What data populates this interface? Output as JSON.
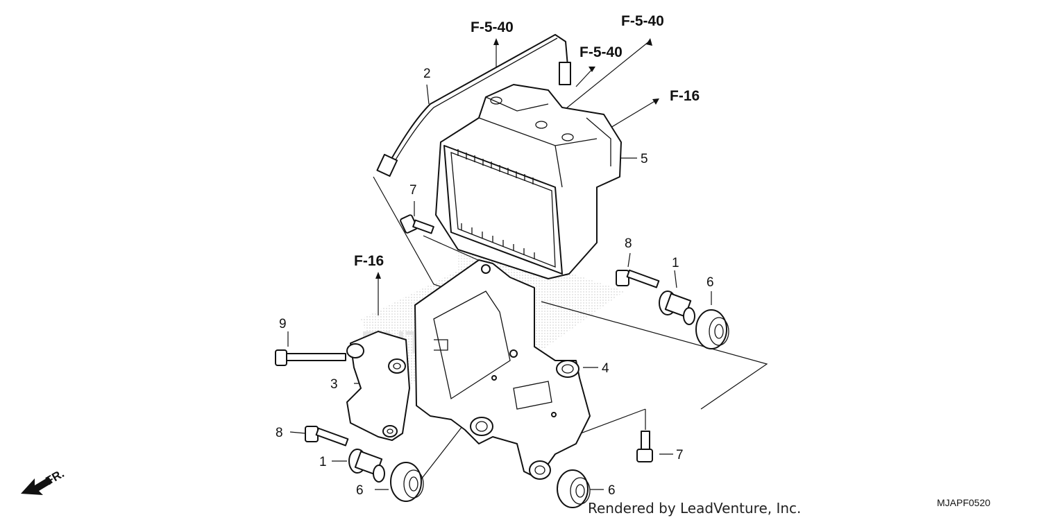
{
  "labels": {
    "p1a": "1",
    "p1b": "1",
    "p2": "2",
    "p3": "3",
    "p4": "4",
    "p5": "5",
    "p6a": "6",
    "p6b": "6",
    "p6c": "6",
    "p7a": "7",
    "p7b": "7",
    "p8a": "8",
    "p8b": "8",
    "p9": "9"
  },
  "refs": {
    "f540_left": "F-5-40",
    "f540_right": "F-5-40",
    "f540_mid": "F-5-40",
    "f16_right": "F-16",
    "f16_left": "F-16"
  },
  "front_marker": "FR.",
  "credit": "Rendered by LeadVenture, Inc.",
  "diagram_code": "MJAPF0520",
  "watermark": "ENTURE"
}
